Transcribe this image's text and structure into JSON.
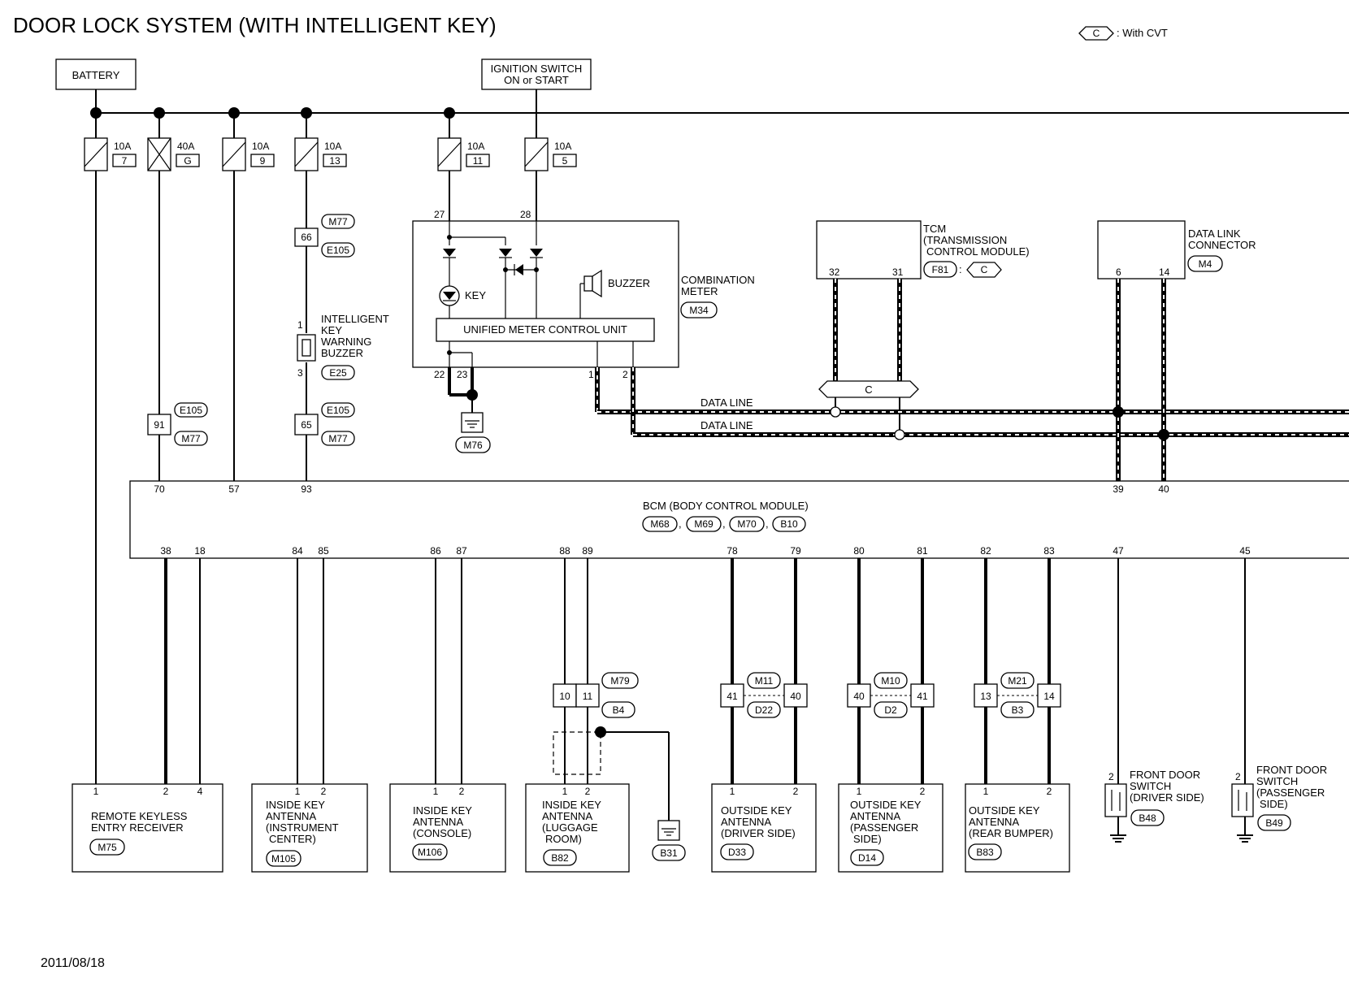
{
  "title": "DOOR LOCK SYSTEM (WITH INTELLIGENT KEY)",
  "legend": {
    "code": "C",
    "text": ": With CVT"
  },
  "date": "2011/08/18",
  "battery": {
    "label": "BATTERY"
  },
  "ignition": {
    "line1": "IGNITION SWITCH",
    "line2": "ON or START"
  },
  "fuses": [
    {
      "amps": "10A",
      "num": "7"
    },
    {
      "amps": "40A",
      "num": "G"
    },
    {
      "amps": "10A",
      "num": "9"
    },
    {
      "amps": "10A",
      "num": "13"
    },
    {
      "amps": "10A",
      "num": "11"
    },
    {
      "amps": "10A",
      "num": "5"
    }
  ],
  "buzzer_module": {
    "conn_top": {
      "pin": "66",
      "c1": "M77",
      "c2": "E105"
    },
    "label": [
      "INTELLIGENT",
      "KEY",
      "WARNING",
      "BUZZER"
    ],
    "pin_top": "1",
    "pin_bottom": "3",
    "code": "E25",
    "conn_bottom": {
      "pin": "65",
      "c1": "E105",
      "c2": "M77"
    }
  },
  "conn_91": {
    "pin": "91",
    "c1": "E105",
    "c2": "M77"
  },
  "combination_meter": {
    "label1": "COMBINATION",
    "label2": "METER",
    "code": "M34",
    "pin_27": "27",
    "pin_28": "28",
    "key_label": "KEY",
    "buzzer_label": "BUZZER",
    "unit_label": "UNIFIED METER CONTROL UNIT",
    "pin_22": "22",
    "pin_23": "23",
    "pin_1": "1",
    "pin_2": "2",
    "ground_code": "M76"
  },
  "tcm": {
    "line1": "TCM",
    "line2": "(TRANSMISSION",
    "line3": "CONTROL MODULE)",
    "code": "F81",
    "cvt": "C",
    "pin_32": "32",
    "pin_31": "31",
    "junction": "C"
  },
  "dlc": {
    "line1": "DATA LINK",
    "line2": "CONNECTOR",
    "code": "M4",
    "pin_6": "6",
    "pin_14": "14"
  },
  "data_line_1": "DATA LINE",
  "data_line_2": "DATA LINE",
  "bcm": {
    "label": "BCM (BODY CONTROL MODULE)",
    "codes": [
      "M68",
      "M69",
      "M70",
      "B10"
    ],
    "top_pins": {
      "p70": "70",
      "p57": "57",
      "p93": "93",
      "p39": "39",
      "p40": "40"
    },
    "bottom_pins": [
      "38",
      "18",
      "84",
      "85",
      "86",
      "87",
      "88",
      "89",
      "78",
      "79",
      "80",
      "81",
      "82",
      "83",
      "47",
      "45"
    ]
  },
  "luggage_conn": {
    "pin_a": "10",
    "pin_b": "11",
    "c1": "M79",
    "c2": "B4"
  },
  "driver_conn": {
    "pin_a": "41",
    "pin_b": "40",
    "c1": "M11",
    "c2": "D22"
  },
  "passenger_conn": {
    "pin_a": "40",
    "pin_b": "41",
    "c1": "M10",
    "c2": "D2"
  },
  "rear_conn": {
    "pin_a": "13",
    "pin_b": "14",
    "c1": "M21",
    "c2": "B3"
  },
  "components": {
    "rke": {
      "lines": [
        "REMOTE KEYLESS",
        "ENTRY RECEIVER"
      ],
      "code": "M75",
      "pins": [
        "1",
        "2",
        "4"
      ]
    },
    "ika_ic": {
      "lines": [
        "INSIDE KEY",
        "ANTENNA",
        "(INSTRUMENT",
        "CENTER)"
      ],
      "code": "M105",
      "pins": [
        "1",
        "2"
      ]
    },
    "ika_console": {
      "lines": [
        "INSIDE KEY",
        "ANTENNA",
        "(CONSOLE)"
      ],
      "code": "M106",
      "pins": [
        "1",
        "2"
      ]
    },
    "ika_luggage": {
      "lines": [
        "INSIDE KEY",
        "ANTENNA",
        "(LUGGAGE",
        "ROOM)"
      ],
      "code": "B82",
      "pins": [
        "1",
        "2"
      ]
    },
    "luggage_ground": {
      "code": "B31"
    },
    "oka_driver": {
      "lines": [
        "OUTSIDE KEY",
        "ANTENNA",
        "(DRIVER SIDE)"
      ],
      "code": "D33",
      "pins": [
        "1",
        "2"
      ]
    },
    "oka_passenger": {
      "lines": [
        "OUTSIDE KEY",
        "ANTENNA",
        "(PASSENGER",
        "SIDE)"
      ],
      "code": "D14",
      "pins": [
        "1",
        "2"
      ]
    },
    "oka_rear": {
      "lines": [
        "OUTSIDE KEY",
        "ANTENNA",
        "(REAR BUMPER)"
      ],
      "code": "B83",
      "pins": [
        "1",
        "2"
      ]
    },
    "fds_driver": {
      "lines": [
        "FRONT DOOR",
        "SWITCH",
        "(DRIVER SIDE)"
      ],
      "code": "B48",
      "pin": "2"
    },
    "fds_passenger": {
      "lines": [
        "FRONT DOOR",
        "SWITCH",
        "(PASSENGER",
        "SIDE)"
      ],
      "code": "B49",
      "pin": "2"
    }
  }
}
